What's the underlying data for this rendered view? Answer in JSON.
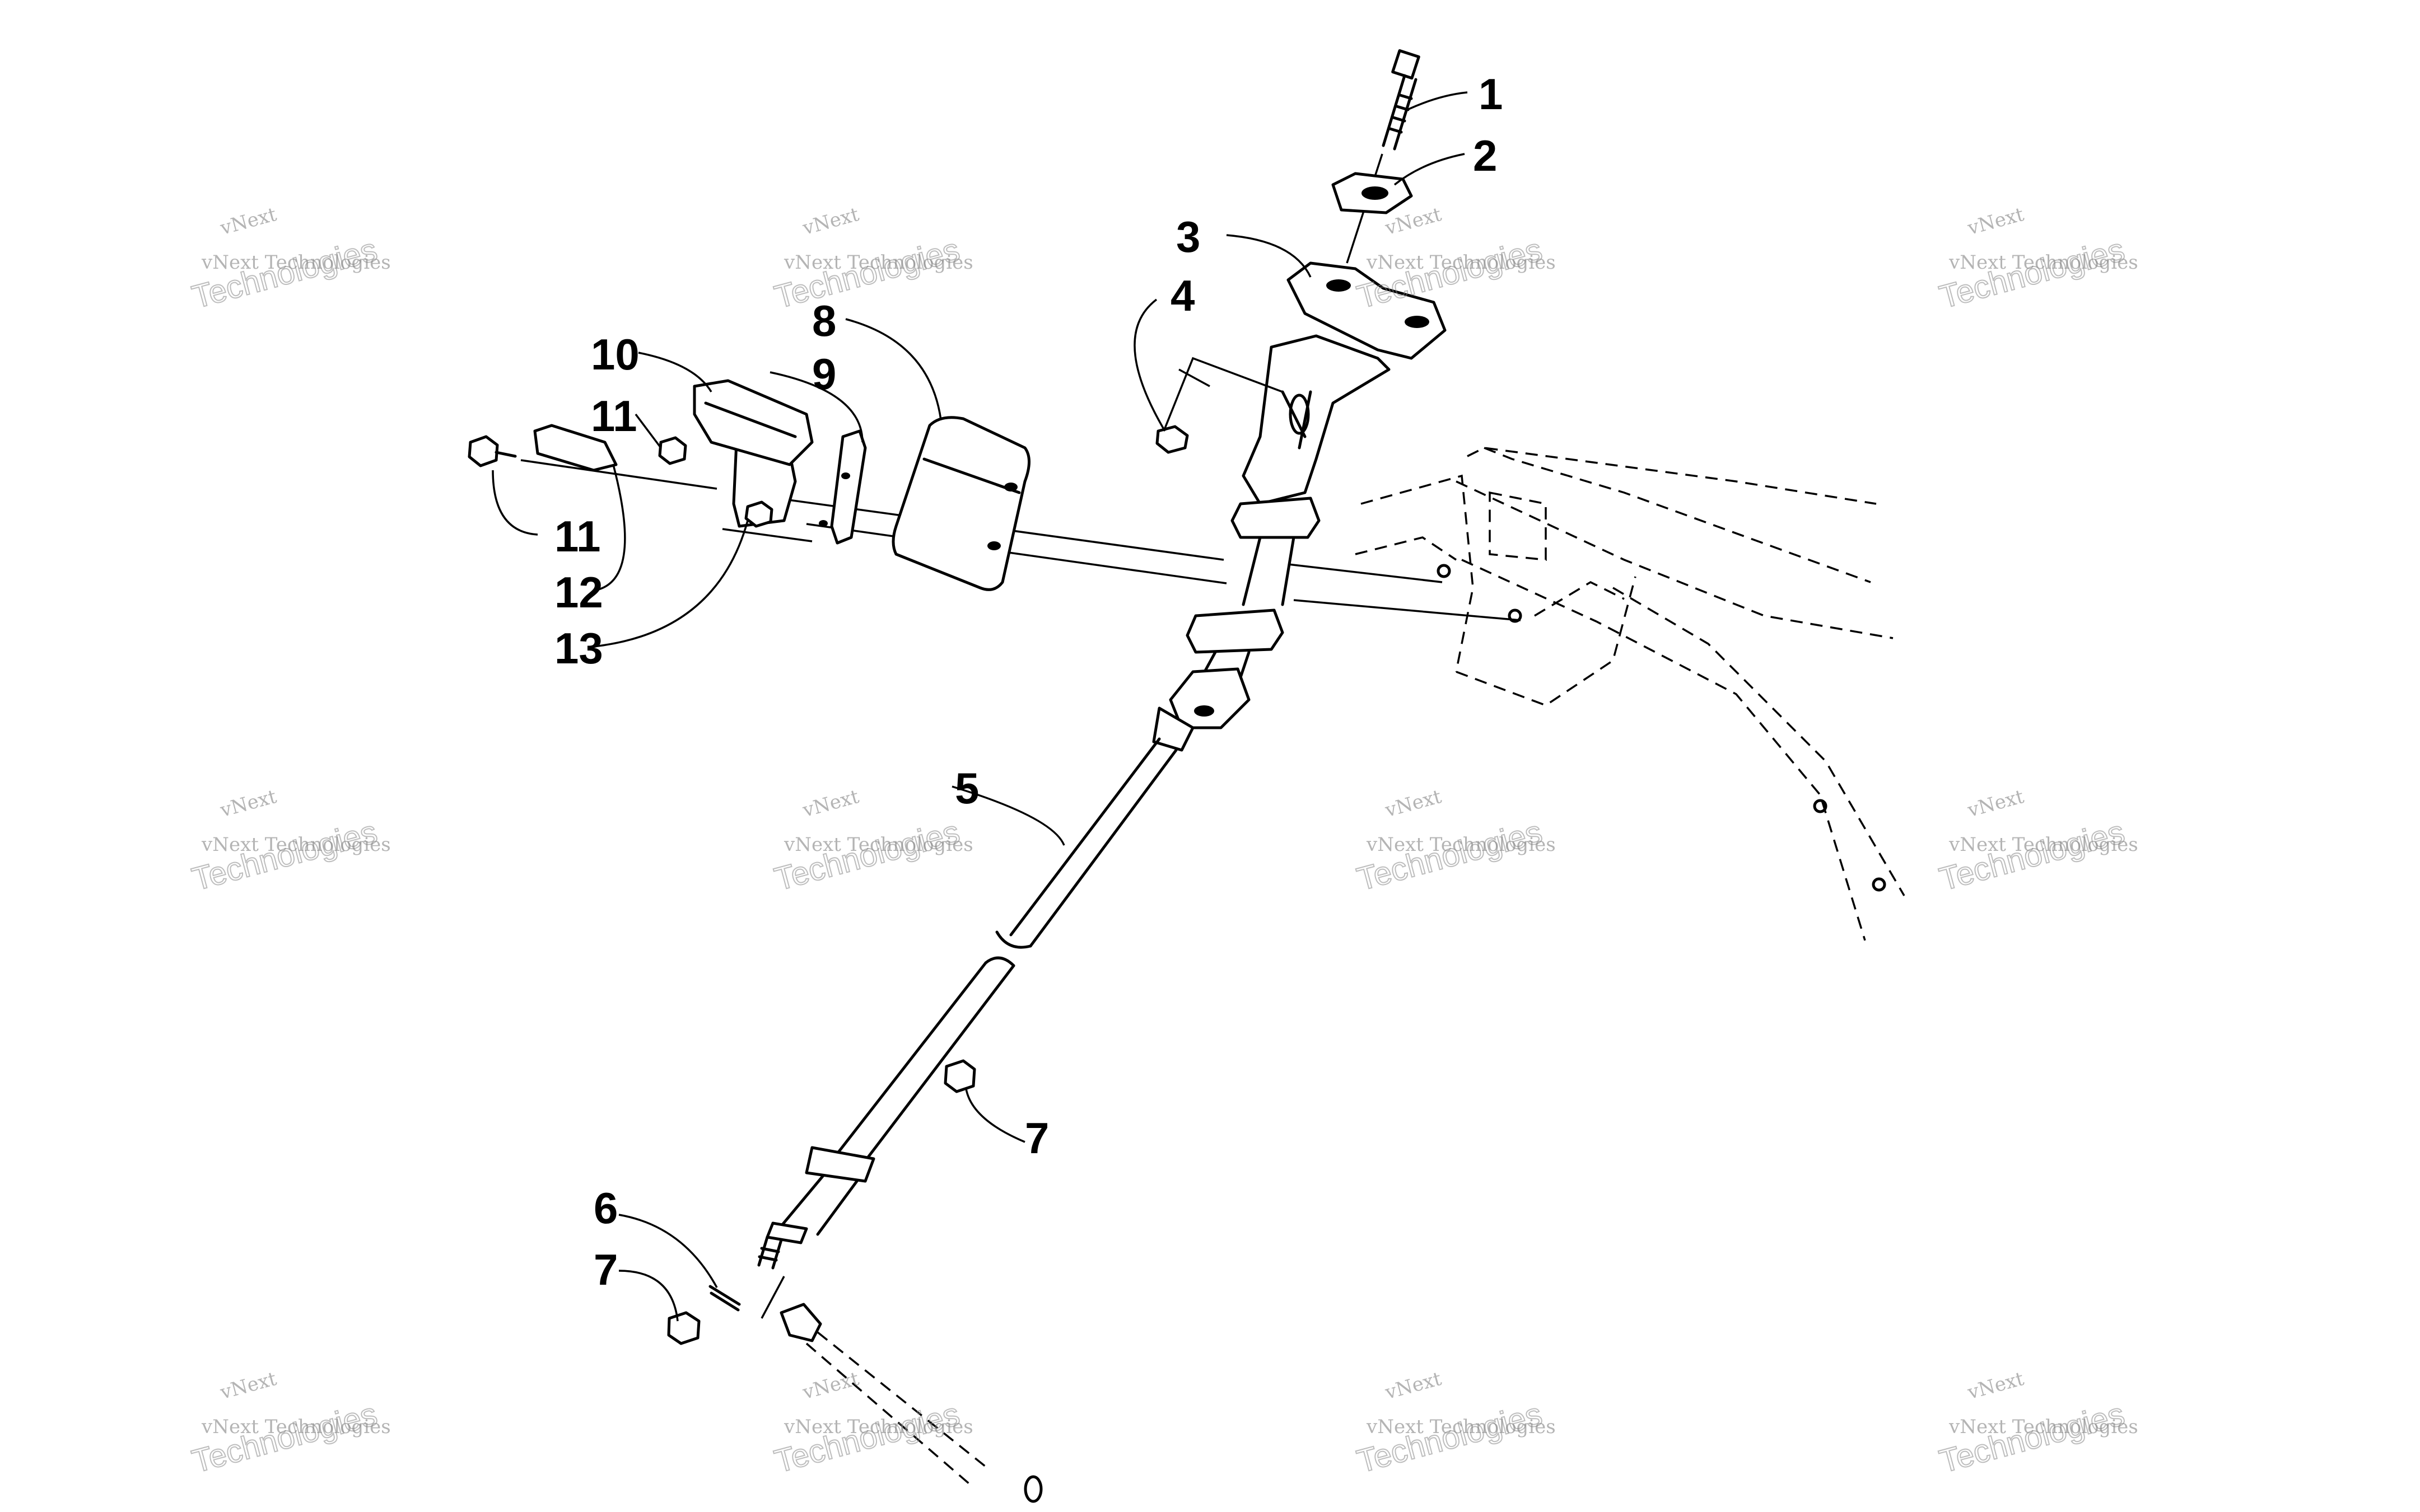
{
  "callouts": {
    "c1": "1",
    "c2": "2",
    "c3": "3",
    "c4": "4",
    "c5": "5",
    "c6": "6",
    "c7a": "7",
    "c7b": "7",
    "c8": "8",
    "c9": "9",
    "c10": "10",
    "c11a": "11",
    "c11b": "11",
    "c12": "12",
    "c13": "13"
  },
  "watermark": {
    "small": "vNext",
    "line": "vNext Technologies",
    "big": "Technologies"
  }
}
